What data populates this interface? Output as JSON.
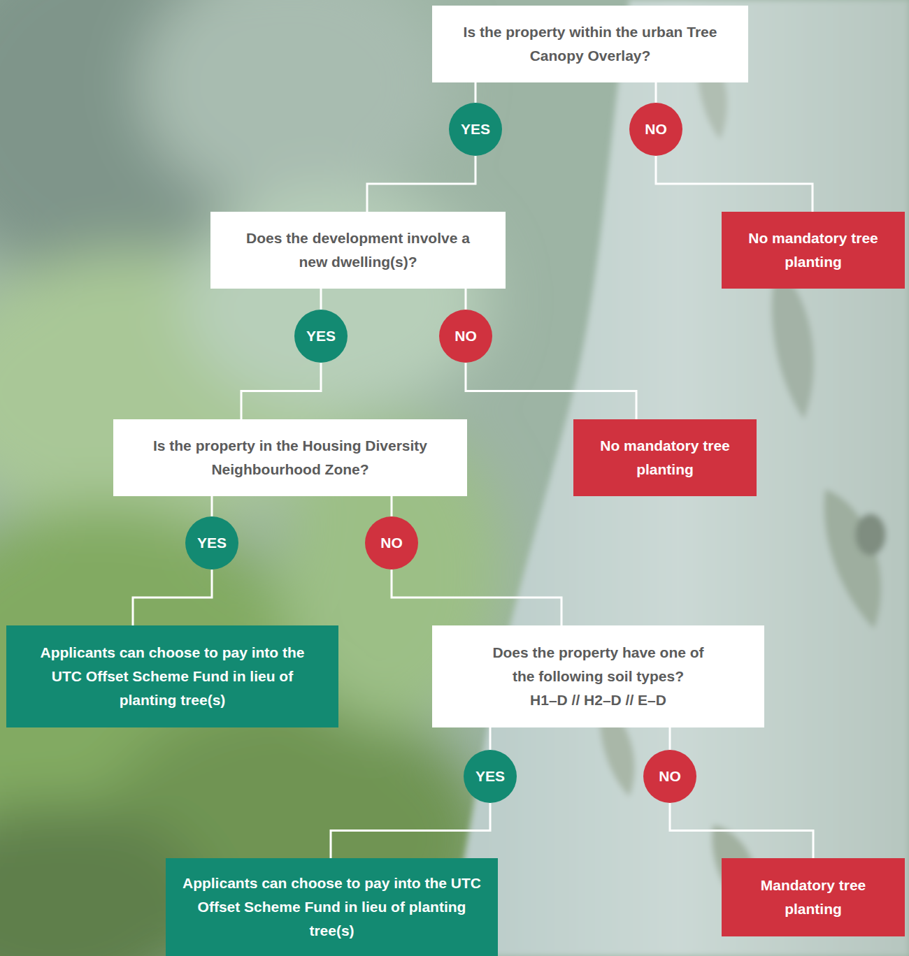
{
  "diagram": {
    "nodes": [
      {
        "text": [
          "Is the property within the urban Tree Canopy Overlay?"
        ]
      },
      {
        "text": [
          "YES"
        ]
      },
      {
        "text": [
          "NO"
        ]
      },
      {
        "text": [
          "Does the development involve a new dwelling(s)?"
        ]
      },
      {
        "text": [
          "No mandatory tree planting"
        ]
      },
      {
        "text": [
          "YES"
        ]
      },
      {
        "text": [
          "NO"
        ]
      },
      {
        "text": [
          "Is the property in the Housing Diversity Neighbourhood Zone?"
        ]
      },
      {
        "text": [
          "No mandatory tree planting"
        ]
      },
      {
        "text": [
          "YES"
        ]
      },
      {
        "text": [
          "NO"
        ]
      },
      {
        "text": [
          "Applicants can choose to pay into the UTC Offset Scheme Fund in lieu of planting tree(s)"
        ]
      },
      {
        "text": [
          "Does the property have one of the following soil types?",
          "H1–D // H2–D // E–D"
        ]
      },
      {
        "text": [
          "YES"
        ]
      },
      {
        "text": [
          "NO"
        ]
      },
      {
        "text": [
          "Applicants can choose to pay into the UTC Offset Scheme Fund in lieu of planting tree(s)"
        ]
      },
      {
        "text": [
          "Mandatory tree planting"
        ]
      }
    ],
    "edges": [
      {
        "from": 0,
        "to": 1,
        "arrow": "none"
      },
      {
        "from": 0,
        "to": 2,
        "arrow": "none"
      },
      {
        "from": 1,
        "to": 3,
        "arrow": "none"
      },
      {
        "from": 2,
        "to": 4,
        "arrow": "none"
      },
      {
        "from": 3,
        "to": 5,
        "arrow": "none"
      },
      {
        "from": 3,
        "to": 6,
        "arrow": "none"
      },
      {
        "from": 5,
        "to": 7,
        "arrow": "none"
      },
      {
        "from": 6,
        "to": 8,
        "arrow": "none"
      },
      {
        "from": 7,
        "to": 9,
        "arrow": "none"
      },
      {
        "from": 7,
        "to": 10,
        "arrow": "none"
      },
      {
        "from": 9,
        "to": 11,
        "arrow": "none"
      },
      {
        "from": 10,
        "to": 12,
        "arrow": "none"
      },
      {
        "from": 12,
        "to": 13,
        "arrow": "none"
      },
      {
        "from": 12,
        "to": 14,
        "arrow": "none"
      },
      {
        "from": 13,
        "to": 15,
        "arrow": "none"
      },
      {
        "from": 14,
        "to": 16,
        "arrow": "none"
      }
    ]
  }
}
